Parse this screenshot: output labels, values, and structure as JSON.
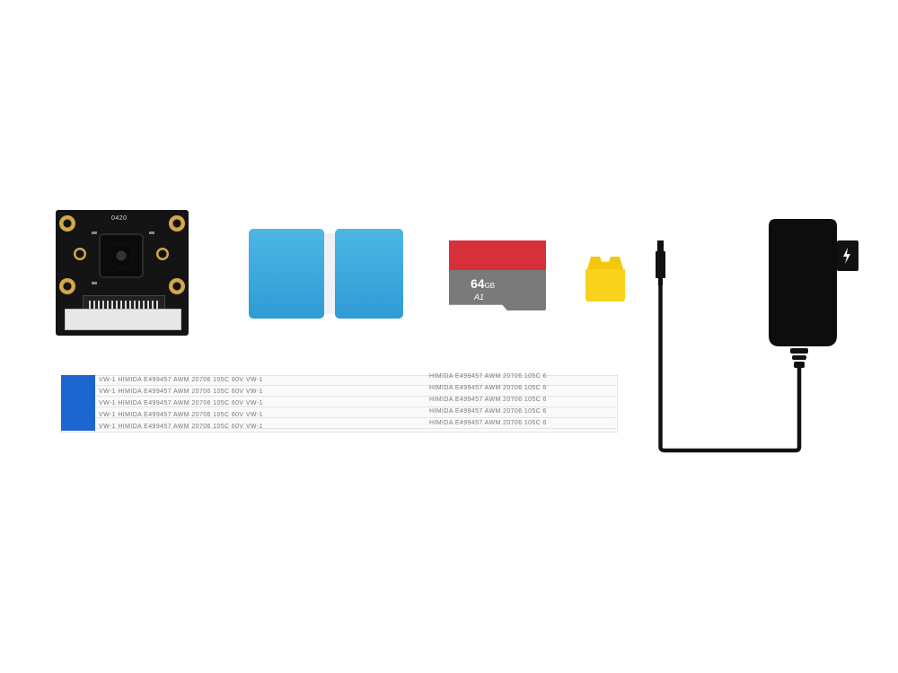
{
  "camera": {
    "label": "0420"
  },
  "sdcard": {
    "capacity": "64",
    "unit": "GB",
    "class_mark": "A1"
  },
  "cable": {
    "rows": [
      "VW-1   HIMIDA  E499457  AWM  20706  105C  60V  VW-1",
      "VW-1   HIMIDA  E499457  AWM  20706  105C  60V  VW-1",
      "VW-1   HIMIDA  E499457  AWM  20706  105C  60V  VW-1",
      "VW-1   HIMIDA  E499457  AWM  20706  105C  60V  VW-1",
      "VW-1   HIMIDA  E499457  AWM  20706  105C  60V  VW-1"
    ],
    "rows_right": [
      "HIMIDA  E499457  AWM  20706  105C  6",
      "HIMIDA  E499457  AWM  20706  105C  6",
      "HIMIDA  E499457  AWM  20706  105C  6",
      "HIMIDA  E499457  AWM  20706  105C  6",
      "HIMIDA  E499457  AWM  20706  105C  6"
    ]
  },
  "colors": {
    "heatsink": "#3aa8dc",
    "sd_red": "#d6303a",
    "jumper": "#f8d21c",
    "cable_tab": "#1d66d0"
  },
  "icons": {
    "adapter_symbol": "lightning-icon"
  }
}
